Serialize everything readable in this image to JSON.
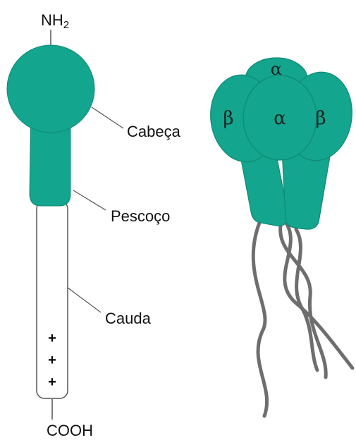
{
  "colors": {
    "head_fill": "#13a58d",
    "head_stroke": "#0f8a75",
    "tail_stroke": "#555555",
    "leader": "#555555",
    "strand": "#6e6e6e"
  },
  "left_molecule": {
    "n_terminus": {
      "main": "NH",
      "sub": "2"
    },
    "c_terminus": "COOH",
    "head_label": "Cabeça",
    "neck_label": "Pescoço",
    "tail_label": "Cauda",
    "charges": [
      "+",
      "+",
      "+"
    ]
  },
  "right_complex": {
    "alpha_top": "α",
    "alpha_center": "α",
    "beta_left": "β",
    "beta_right": "β"
  }
}
